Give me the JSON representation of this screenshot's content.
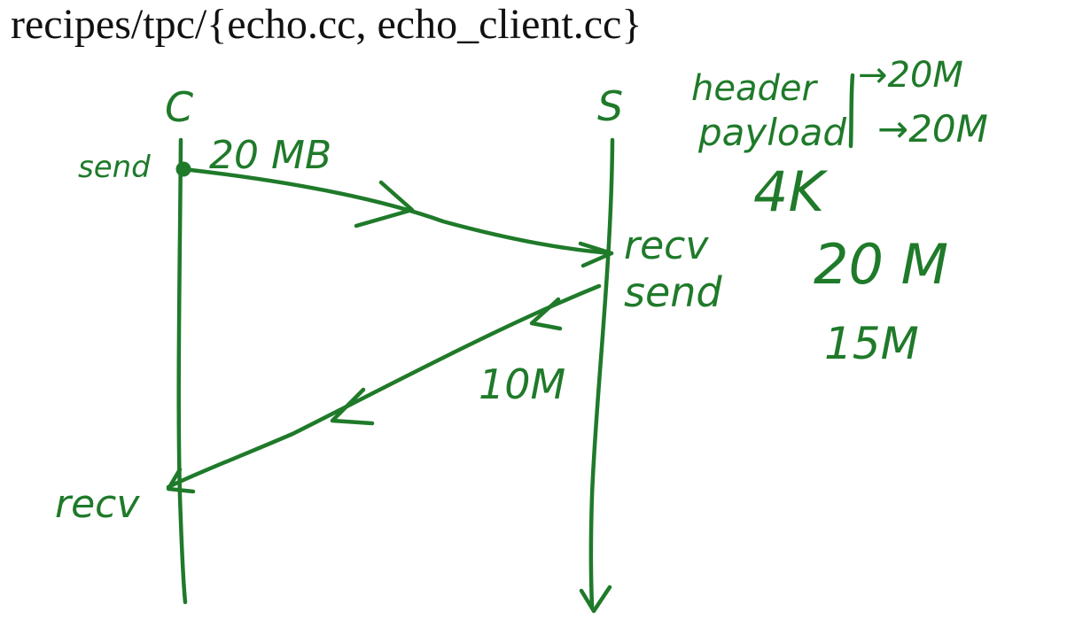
{
  "slide": {
    "title": "recipes/tpc/{echo.cc, echo_client.cc}"
  },
  "diagram": {
    "ink_color": "#1f7a2a",
    "client": {
      "label": "C",
      "send_label": "send",
      "recv_label": "recv"
    },
    "server": {
      "label": "S",
      "recv_label": "recv",
      "send_label": "send"
    },
    "request_size": "20 MB",
    "response_size": "10M",
    "notes": {
      "header": "header",
      "header_value": "→20M",
      "payload": "payload",
      "payload_value": "→20M",
      "buf": "4K",
      "n1": "20 M",
      "n2": "15M"
    }
  }
}
